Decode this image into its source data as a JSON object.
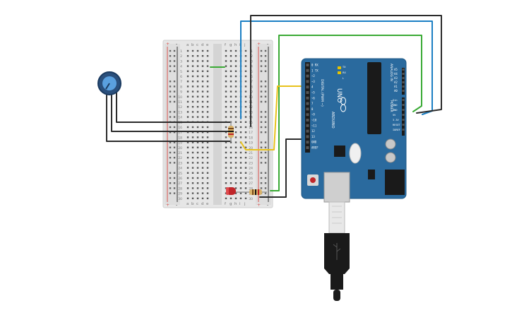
{
  "breadboard": {
    "columns_left": [
      "a",
      "b",
      "c",
      "d",
      "e"
    ],
    "columns_right": [
      "f",
      "g",
      "h",
      "i",
      "j"
    ],
    "rows": [
      "1",
      "2",
      "3",
      "4",
      "5",
      "6",
      "7",
      "8",
      "9",
      "10",
      "11",
      "12",
      "13",
      "14",
      "15",
      "16",
      "17",
      "18",
      "19",
      "20",
      "21",
      "22",
      "23",
      "24",
      "25",
      "26",
      "27",
      "28",
      "29",
      "30"
    ],
    "rail_plus": "+",
    "rail_minus": "-"
  },
  "arduino": {
    "model_label": "UNO",
    "brand_label": "ARDUINO",
    "digital_label": "DIGITAL (PWM ~)",
    "analog_label": "ANALOG IN",
    "power_label": "POWER",
    "tx_label": "TX",
    "rx_label": "RX",
    "l_label": "L",
    "digital_pins": [
      "0 RX",
      "1 TX",
      "~2",
      "~3",
      "4",
      "~5",
      "~6",
      "7",
      "8",
      "~9",
      "~10",
      "~11",
      "12",
      "13",
      "GND",
      "AREF"
    ],
    "analog_pins": [
      "A0",
      "A1",
      "A2",
      "A3",
      "A4",
      "A5"
    ],
    "power_pins": [
      "IOREF",
      "RESET",
      "3.3V",
      "5V",
      "GND",
      "GND",
      "Vin"
    ]
  },
  "colors": {
    "board": "#2a6a9e",
    "breadboard": "#e6e6e6",
    "wire_black": "#2b2b2b",
    "wire_blue": "#1b7fc4",
    "wire_green": "#3aaa35",
    "wire_yellow": "#e8c21b",
    "led_red": "#c0262a"
  },
  "icons": [
    "potentiometer-icon",
    "arduino-infinity-logo-icon",
    "usb-cable-icon"
  ]
}
